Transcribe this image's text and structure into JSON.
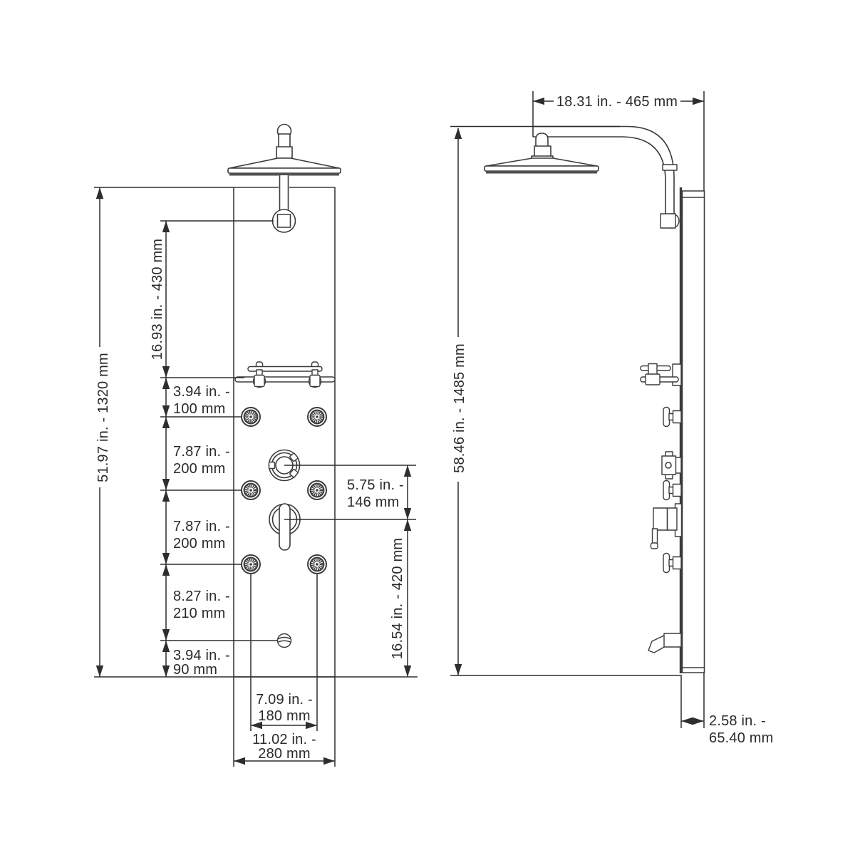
{
  "diagram": {
    "subject": "shower panel installation dimension drawing",
    "views": [
      "front",
      "side"
    ]
  },
  "colors": {
    "background": "#ffffff",
    "line": "#3b3b3b",
    "dimension_line": "#2e2e2e",
    "text": "#2a2a2a"
  },
  "front_view": {
    "overall_height": "51.97 in. - 1320 mm",
    "shower_arm_to_towel_bar": "16.93 in. - 430 mm",
    "towel_bar_to_top_jets": {
      "line1": "3.94 in. -",
      "line2": "100 mm"
    },
    "top_jets_to_middle_jets": {
      "line1": "7.87 in. -",
      "line2": "200 mm"
    },
    "middle_jets_to_bottom_jets": {
      "line1": "7.87 in. -",
      "line2": "200 mm"
    },
    "bottom_jets_to_spout": {
      "line1": "8.27 in. -",
      "line2": "210 mm"
    },
    "spout_to_panel_bottom": {
      "line1": "3.94 in. -",
      "line2": "90 mm"
    },
    "diverter_to_lever": {
      "line1": "5.75 in. -",
      "line2": "146 mm"
    },
    "lever_to_panel_bottom": "16.54 in. - 420 mm",
    "jet_column_spacing": {
      "line1": "7.09 in. -",
      "line2": "180 mm"
    },
    "panel_width": {
      "line1": "11.02 in. -",
      "line2": "280 mm"
    }
  },
  "side_view": {
    "shower_arm_reach": "18.31 in. - 465 mm",
    "overall_height": "58.46 in. - 1485 mm",
    "panel_depth": {
      "line1": "2.58 in. -",
      "line2": "65.40 mm"
    }
  }
}
